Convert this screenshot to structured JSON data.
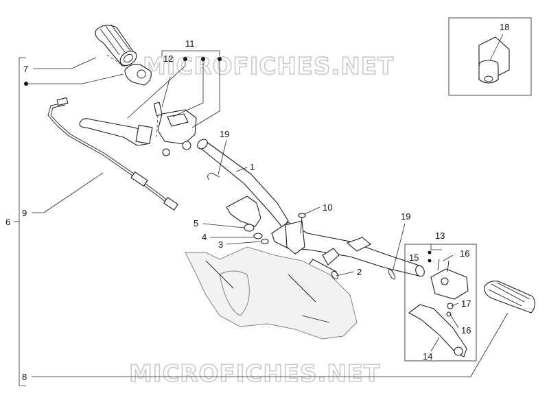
{
  "watermark_text": "MICROFICHES.NET",
  "labels": {
    "l1": "1",
    "l2": "2",
    "l3": "3",
    "l4": "4",
    "l5": "5",
    "l6": "6",
    "l7": "7",
    "l8": "8",
    "l9": "9",
    "l10": "10",
    "l11": "11",
    "l12": "12",
    "l13": "13",
    "l14": "14",
    "l15": "15",
    "l16a": "16",
    "l16b": "16",
    "l17": "17",
    "l18": "18",
    "l19a": "19",
    "l19b": "19"
  },
  "colors": {
    "line": "#1a1a1a",
    "watermark": "#c9c9c9",
    "background": "#ffffff"
  }
}
